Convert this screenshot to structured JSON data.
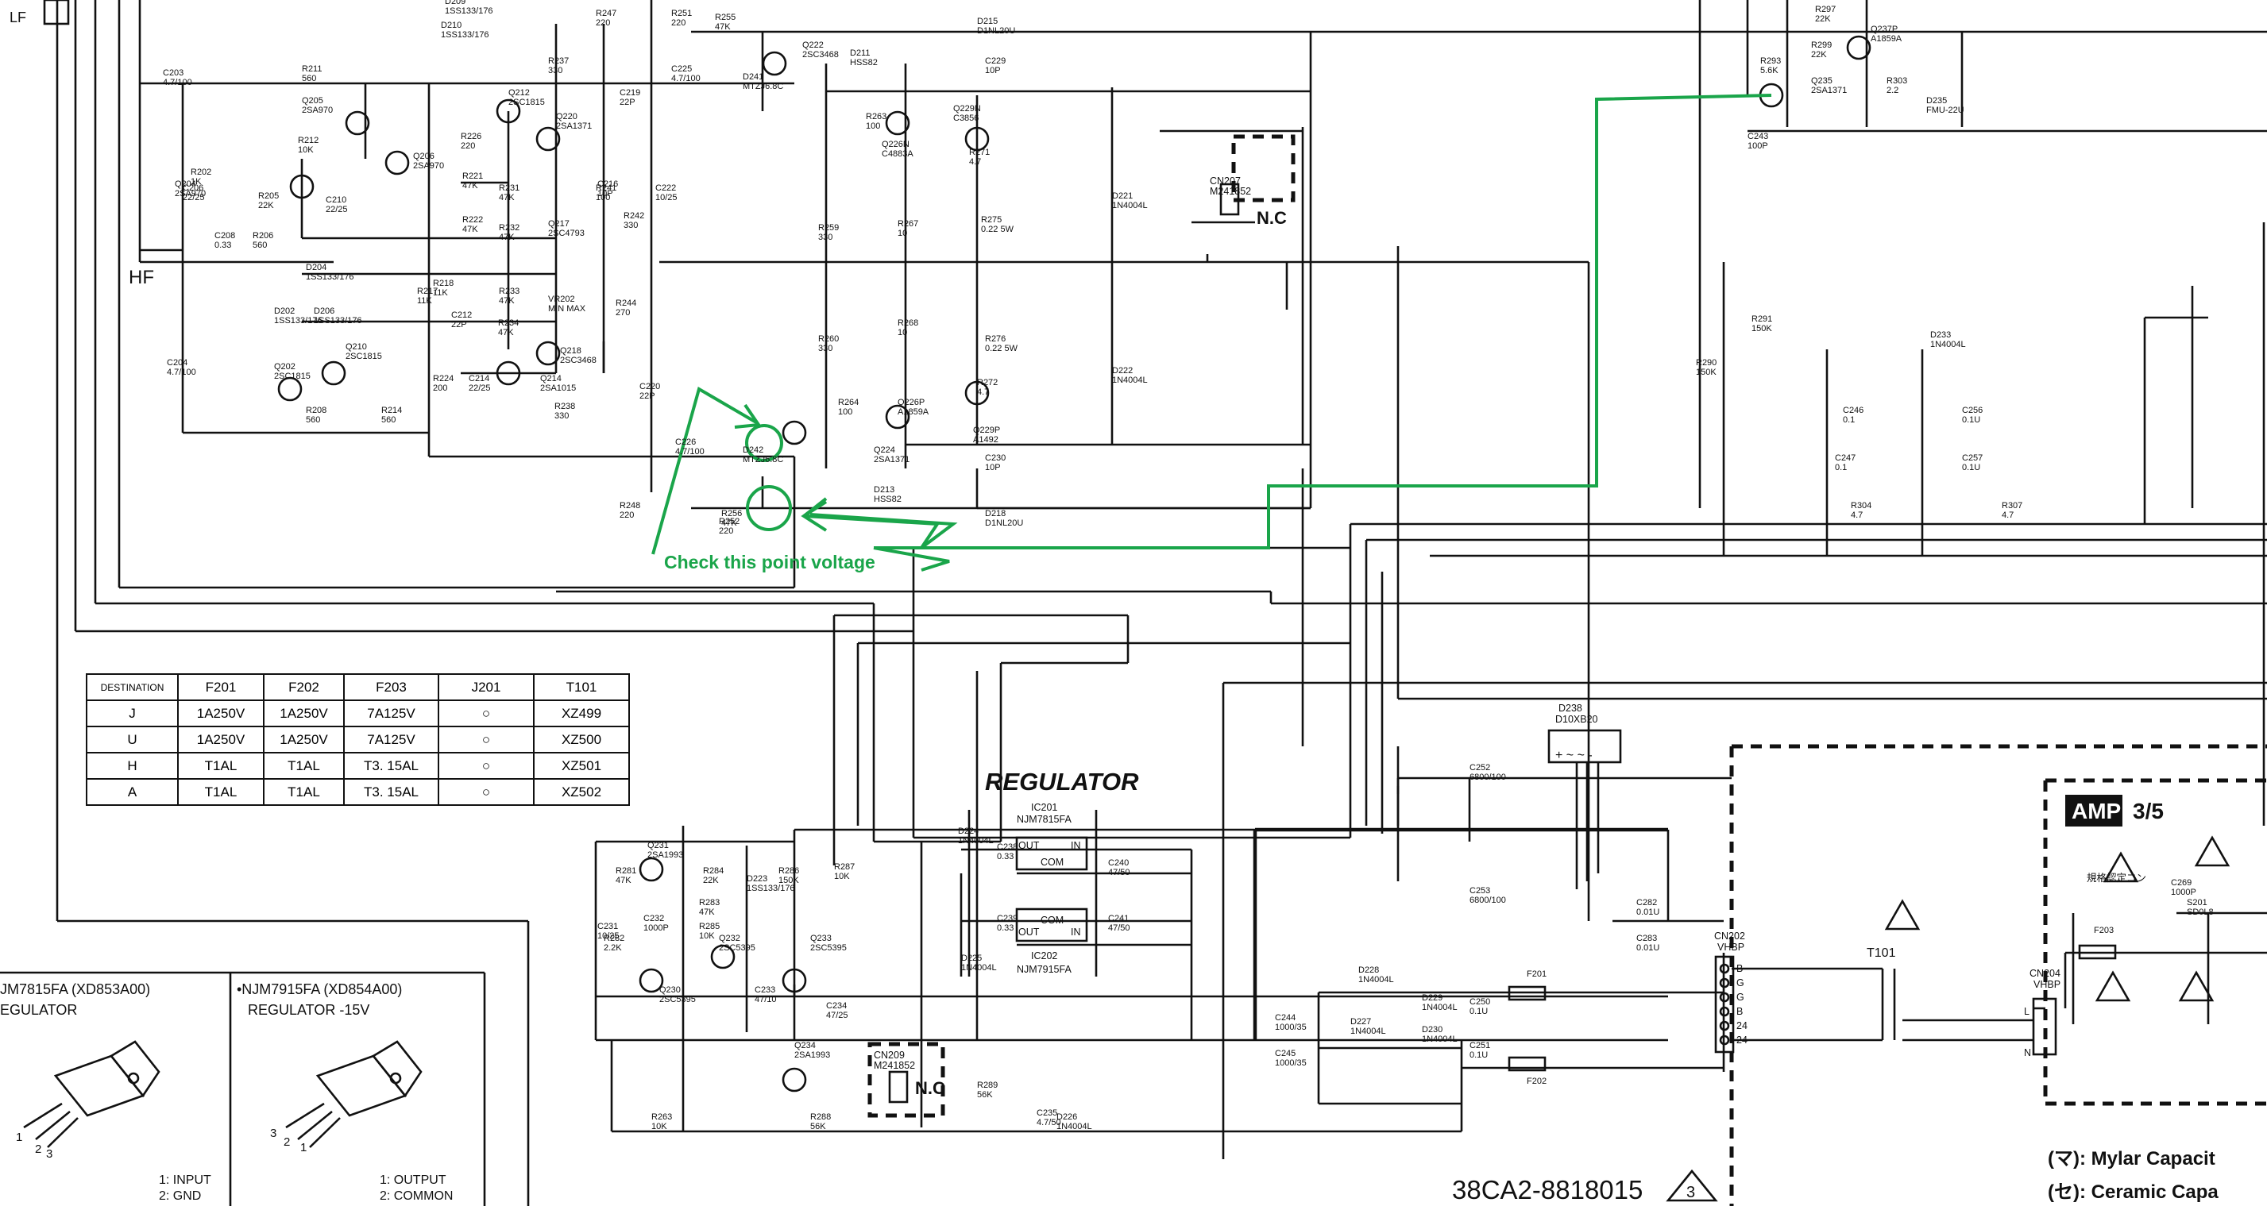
{
  "schematic": {
    "hf_label": "HF",
    "lf_label": "LF",
    "regulator_title": "REGULATOR",
    "ic201": {
      "ref": "IC201",
      "part": "NJM7815FA",
      "pins": [
        "OUT",
        "COM",
        "IN"
      ]
    },
    "ic202": {
      "ref": "IC202",
      "part": "NJM7915FA",
      "pins": [
        "COM",
        "IN",
        "OUT"
      ]
    },
    "cn207": {
      "ref": "CN207",
      "part": "M241852",
      "status": "N.C"
    },
    "cn209": {
      "ref": "CN209",
      "part": "M241852",
      "status": "N.C"
    },
    "cn202": {
      "ref": "CN202",
      "part": "VHBP",
      "pins": [
        "B",
        "G",
        "G",
        "B",
        "24",
        "24"
      ]
    },
    "cn204": {
      "ref": "CN204",
      "part": "VHBP",
      "pins": [
        "L",
        "N"
      ]
    },
    "transformer": "T101",
    "bridge": {
      "ref": "D238",
      "part": "D10XB20",
      "pins": "+ ~ ~ -"
    },
    "components": [
      {
        "ref": "C203",
        "val": "4.7/100"
      },
      {
        "ref": "R211",
        "val": "560"
      },
      {
        "ref": "Q205",
        "val": "2SA970"
      },
      {
        "ref": "Q204",
        "val": "2SA970"
      },
      {
        "ref": "R212",
        "val": "10K"
      },
      {
        "ref": "Q206",
        "val": "2SA970"
      },
      {
        "ref": "R202",
        "val": "1K"
      },
      {
        "ref": "R205",
        "val": "22K"
      },
      {
        "ref": "C210",
        "val": "22/25"
      },
      {
        "ref": "C206",
        "val": "22/25"
      },
      {
        "ref": "C208",
        "val": "0.33"
      },
      {
        "ref": "R206",
        "val": "560"
      },
      {
        "ref": "D210",
        "val": "1SS133/176"
      },
      {
        "ref": "D209",
        "val": "1SS133/176"
      },
      {
        "ref": "Q212",
        "val": "2SC1815"
      },
      {
        "ref": "R226",
        "val": "220"
      },
      {
        "ref": "Q220",
        "val": "2SA1371"
      },
      {
        "ref": "R237",
        "val": "330"
      },
      {
        "ref": "R221",
        "val": "47K"
      },
      {
        "ref": "R222",
        "val": "47K"
      },
      {
        "ref": "R231",
        "val": "47K"
      },
      {
        "ref": "R232",
        "val": "47K"
      },
      {
        "ref": "C216",
        "val": "10P"
      },
      {
        "ref": "Q217",
        "val": "2SC4793"
      },
      {
        "ref": "R241",
        "val": "100"
      },
      {
        "ref": "R242",
        "val": "330"
      },
      {
        "ref": "C222",
        "val": "10/25"
      },
      {
        "ref": "R247",
        "val": "220"
      },
      {
        "ref": "C219",
        "val": "22P"
      },
      {
        "ref": "R251",
        "val": "220"
      },
      {
        "ref": "C225",
        "val": "4.7/100"
      },
      {
        "ref": "R255",
        "val": "47K"
      },
      {
        "ref": "D241",
        "val": "MTZJ6.8C"
      },
      {
        "ref": "Q222",
        "val": "2SC3468"
      },
      {
        "ref": "D211",
        "val": "HSS82"
      },
      {
        "ref": "R263",
        "val": "100"
      },
      {
        "ref": "Q226N",
        "val": "C4883A"
      },
      {
        "ref": "Q229N",
        "val": "C3856"
      },
      {
        "ref": "D215",
        "val": "D1NL20U"
      },
      {
        "ref": "C229",
        "val": "10P"
      },
      {
        "ref": "R271",
        "val": "4.7"
      },
      {
        "ref": "R259",
        "val": "330"
      },
      {
        "ref": "R267",
        "val": "10"
      },
      {
        "ref": "R275",
        "val": "0.22 5W"
      },
      {
        "ref": "D221",
        "val": "1N4004L"
      },
      {
        "ref": "D222",
        "val": "1N4004L"
      },
      {
        "ref": "D204",
        "val": "1SS133/176"
      },
      {
        "ref": "D202",
        "val": "1SS133/176"
      },
      {
        "ref": "D206",
        "val": "1SS133/176"
      },
      {
        "ref": "R217",
        "val": "11K"
      },
      {
        "ref": "R218",
        "val": "11K"
      },
      {
        "ref": "C212",
        "val": "22P"
      },
      {
        "ref": "R233",
        "val": "47K"
      },
      {
        "ref": "R234",
        "val": "47K"
      },
      {
        "ref": "VR202",
        "val": "MIN MAX"
      },
      {
        "ref": "R244",
        "val": "270"
      },
      {
        "ref": "C204",
        "val": "4.7/100"
      },
      {
        "ref": "Q202",
        "val": "2SC1815"
      },
      {
        "ref": "Q210",
        "val": "2SC1815"
      },
      {
        "ref": "R224",
        "val": "200"
      },
      {
        "ref": "C214",
        "val": "22/25"
      },
      {
        "ref": "Q214",
        "val": "2SA1015"
      },
      {
        "ref": "Q218",
        "val": "2SC3468"
      },
      {
        "ref": "R238",
        "val": "330"
      },
      {
        "ref": "R208",
        "val": "560"
      },
      {
        "ref": "R214",
        "val": "560"
      },
      {
        "ref": "C220",
        "val": "22P"
      },
      {
        "ref": "R260",
        "val": "330"
      },
      {
        "ref": "R268",
        "val": "10"
      },
      {
        "ref": "R276",
        "val": "0.22 5W"
      },
      {
        "ref": "R264",
        "val": "100"
      },
      {
        "ref": "Q226P",
        "val": "A1859A"
      },
      {
        "ref": "R272",
        "val": "4.7"
      },
      {
        "ref": "Q229P",
        "val": "A1492"
      },
      {
        "ref": "Q224",
        "val": "2SA1371"
      },
      {
        "ref": "D242",
        "val": "MTZJ6.8C"
      },
      {
        "ref": "C226",
        "val": "4.7/100"
      },
      {
        "ref": "D213",
        "val": "HSS82"
      },
      {
        "ref": "C230",
        "val": "10P"
      },
      {
        "ref": "D218",
        "val": "D1NL20U"
      },
      {
        "ref": "R252",
        "val": "220"
      },
      {
        "ref": "R256",
        "val": "47K"
      },
      {
        "ref": "R248",
        "val": "220"
      },
      {
        "ref": "R293",
        "val": "5.6K"
      },
      {
        "ref": "Q235",
        "val": "2SA1371"
      },
      {
        "ref": "R299",
        "val": "22K"
      },
      {
        "ref": "R297",
        "val": "22K"
      },
      {
        "ref": "Q237P",
        "val": "A1859A"
      },
      {
        "ref": "C243",
        "val": "100P"
      },
      {
        "ref": "R303",
        "val": "2.2"
      },
      {
        "ref": "D235",
        "val": "FMU-22U"
      },
      {
        "ref": "R291",
        "val": "150K"
      },
      {
        "ref": "R290",
        "val": "150K"
      },
      {
        "ref": "C246",
        "val": "0.1"
      },
      {
        "ref": "C247",
        "val": "0.1"
      },
      {
        "ref": "R304",
        "val": "4.7"
      },
      {
        "ref": "C256",
        "val": "0.1U"
      },
      {
        "ref": "C257",
        "val": "0.1U"
      },
      {
        "ref": "R307",
        "val": "4.7"
      },
      {
        "ref": "D233",
        "val": "1N4004L"
      },
      {
        "ref": "C252",
        "val": "6800/100"
      },
      {
        "ref": "C253",
        "val": "6800/100"
      },
      {
        "ref": "C282",
        "val": "0.01U"
      },
      {
        "ref": "C283",
        "val": "0.01U"
      },
      {
        "ref": "D224",
        "val": "1N4004L"
      },
      {
        "ref": "D225",
        "val": "1N4004L"
      },
      {
        "ref": "C238",
        "val": "0.33"
      },
      {
        "ref": "C240",
        "val": "47/50"
      },
      {
        "ref": "C239",
        "val": "0.33"
      },
      {
        "ref": "C241",
        "val": "47/50"
      },
      {
        "ref": "D228",
        "val": "1N4004L"
      },
      {
        "ref": "D227",
        "val": "1N4004L"
      },
      {
        "ref": "D229",
        "val": "1N4004L"
      },
      {
        "ref": "D230",
        "val": "1N4004L"
      },
      {
        "ref": "C244",
        "val": "1000/35"
      },
      {
        "ref": "C245",
        "val": "1000/35"
      },
      {
        "ref": "C250",
        "val": "0.1U"
      },
      {
        "ref": "C251",
        "val": "0.1U"
      },
      {
        "ref": "F201",
        "val": ""
      },
      {
        "ref": "F202",
        "val": ""
      },
      {
        "ref": "F203",
        "val": ""
      },
      {
        "ref": "C269",
        "val": "1000P"
      },
      {
        "ref": "S201",
        "val": "SD0L8"
      },
      {
        "ref": "Q231",
        "val": "2SA1993"
      },
      {
        "ref": "R281",
        "val": "47K"
      },
      {
        "ref": "R284",
        "val": "22K"
      },
      {
        "ref": "R283",
        "val": "47K"
      },
      {
        "ref": "C232",
        "val": "1000P"
      },
      {
        "ref": "R282",
        "val": "2.2K"
      },
      {
        "ref": "C231",
        "val": "10/25"
      },
      {
        "ref": "R285",
        "val": "10K"
      },
      {
        "ref": "Q232",
        "val": "2SC5395"
      },
      {
        "ref": "D223",
        "val": "1SS133/176"
      },
      {
        "ref": "R286",
        "val": "150K"
      },
      {
        "ref": "R287",
        "val": "10K"
      },
      {
        "ref": "Q233",
        "val": "2SC5395"
      },
      {
        "ref": "Q230",
        "val": "2SC5395"
      },
      {
        "ref": "C233",
        "val": "47/10"
      },
      {
        "ref": "C234",
        "val": "47/25"
      },
      {
        "ref": "Q234",
        "val": "2SA1993"
      },
      {
        "ref": "R263",
        "val": "10K"
      },
      {
        "ref": "R288",
        "val": "56K"
      },
      {
        "ref": "R289",
        "val": "56K"
      },
      {
        "ref": "C235",
        "val": "4.7/50"
      },
      {
        "ref": "D226",
        "val": "1N4004L"
      }
    ],
    "doc_number": "38CA2-8818015",
    "revision": "3",
    "amp_label": "AMP",
    "amp_page": "3/5",
    "safety_text": "規格認定コン"
  },
  "annotation": {
    "text": "Check this point voltage",
    "color": "#1aa54a"
  },
  "destination_table": {
    "headers": [
      "DESTINATION",
      "F201",
      "F202",
      "F203",
      "J201",
      "T101"
    ],
    "rows": [
      [
        "J",
        "1A250V",
        "1A250V",
        "7A125V",
        "○",
        "XZ499"
      ],
      [
        "U",
        "1A250V",
        "1A250V",
        "7A125V",
        "○",
        "XZ500"
      ],
      [
        "H",
        "T1AL",
        "T1AL",
        "T3. 15AL",
        "○",
        "XZ501"
      ],
      [
        "A",
        "T1AL",
        "T1AL",
        "T3. 15AL",
        "○",
        "XZ502"
      ]
    ]
  },
  "regulator_notes": {
    "left_title_1": "JM7815FA (XD853A00)",
    "left_title_2": "EGULATOR",
    "right_title_1": "•NJM7915FA (XD854A00)",
    "right_title_2": "REGULATOR -15V",
    "left_pins": [
      "1",
      "2",
      "3"
    ],
    "right_pins": [
      "3",
      "2",
      "1"
    ],
    "right_pin_list": [
      "1: INPUT",
      "2: GND"
    ],
    "right2_pin_list": [
      "1: OUTPUT",
      "2: COMMON"
    ]
  },
  "legend": {
    "mylar": "(マ): Mylar Capacit",
    "ceramic": "(セ): Ceramic Capa"
  }
}
